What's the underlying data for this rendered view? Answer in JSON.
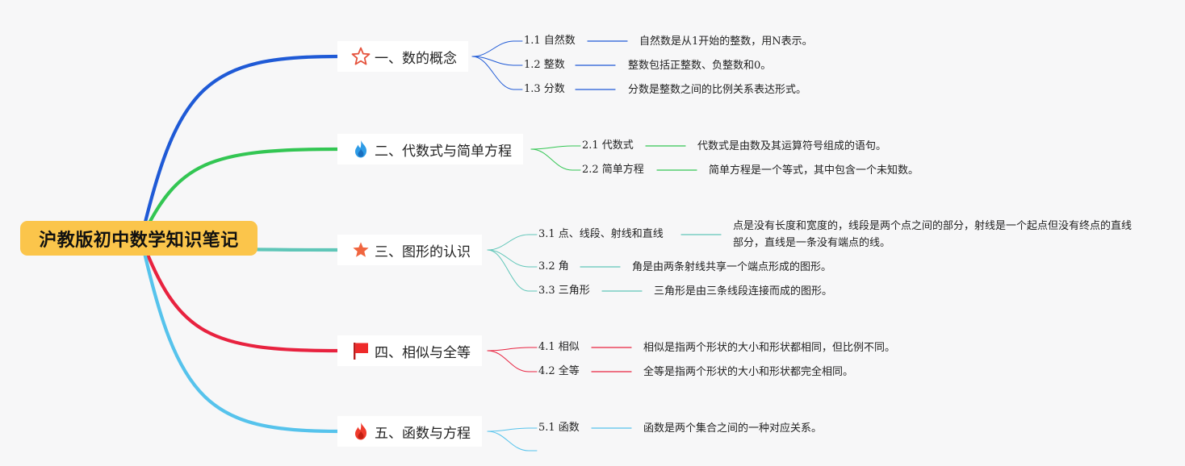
{
  "root": {
    "title": "沪教版初中数学知识笔记"
  },
  "topics": [
    {
      "label": "一、数的概念",
      "icon": "star-outline-icon",
      "color": "#1f5ad6",
      "subs": [
        {
          "label": "1.1 自然数",
          "desc": "自然数是从1开始的整数，用N表示。"
        },
        {
          "label": "1.2 整数",
          "desc": "整数包括正整数、负整数和0。"
        },
        {
          "label": "1.3 分数",
          "desc": "分数是整数之间的比例关系表达形式。"
        }
      ]
    },
    {
      "label": "二、代数式与简单方程",
      "icon": "blue-flame-icon",
      "color": "#33c653",
      "subs": [
        {
          "label": "2.1 代数式",
          "desc": "代数式是由数及其运算符号组成的语句。"
        },
        {
          "label": "2.2 简单方程",
          "desc": "简单方程是一个等式，其中包含一个未知数。"
        }
      ]
    },
    {
      "label": "三、图形的认识",
      "icon": "star-filled-icon",
      "color": "#5fc6b8",
      "subs": [
        {
          "label": "3.1 点、线段、射线和直线",
          "desc": "点是没有长度和宽度的，线段是两个点之间的部分，射线是一个起点但没有终点的直线部分，直线是一条没有端点的线。"
        },
        {
          "label": "3.2 角",
          "desc": "角是由两条射线共享一个端点形成的图形。"
        },
        {
          "label": "3.3 三角形",
          "desc": "三角形是由三条线段连接而成的图形。"
        }
      ]
    },
    {
      "label": "四、相似与全等",
      "icon": "red-flag-icon",
      "color": "#e8223f",
      "subs": [
        {
          "label": "4.1 相似",
          "desc": "相似是指两个形状的大小和形状都相同，但比例不同。"
        },
        {
          "label": "4.2 全等",
          "desc": "全等是指两个形状的大小和形状都完全相同。"
        }
      ]
    },
    {
      "label": "五、函数与方程",
      "icon": "red-flame-icon",
      "color": "#56c3ec",
      "subs": [
        {
          "label": "5.1 函数",
          "desc": "函数是两个集合之间的一种对应关系。"
        },
        {
          "label": "",
          "desc": ""
        }
      ]
    }
  ]
}
